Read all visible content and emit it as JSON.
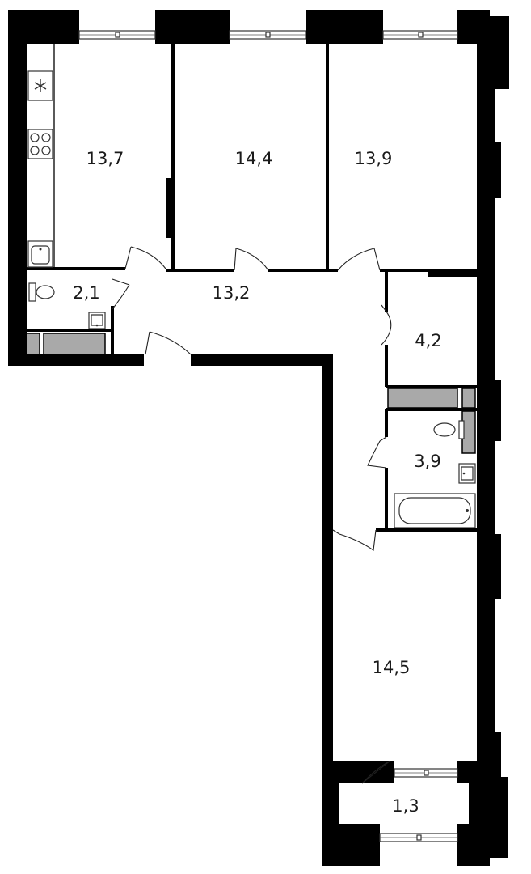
{
  "rooms": [
    {
      "id": "kitchen",
      "area": "13,7"
    },
    {
      "id": "bedroom-1",
      "area": "14,4"
    },
    {
      "id": "bedroom-2",
      "area": "13,9"
    },
    {
      "id": "toilet",
      "area": "2,1"
    },
    {
      "id": "hall",
      "area": "13,2"
    },
    {
      "id": "storage",
      "area": "4,2"
    },
    {
      "id": "bathroom",
      "area": "3,9"
    },
    {
      "id": "living-room",
      "area": "14,5"
    },
    {
      "id": "balcony",
      "area": "1,3"
    }
  ],
  "icons": {
    "fridge": "snowflake-icon",
    "stove": "stove-icon",
    "sink": "sink-icon",
    "toilet": "toilet-icon",
    "bathtub": "bathtub-icon"
  },
  "colors": {
    "wall": "#000000",
    "shaft": "#a9a9a9",
    "background": "#ffffff"
  }
}
